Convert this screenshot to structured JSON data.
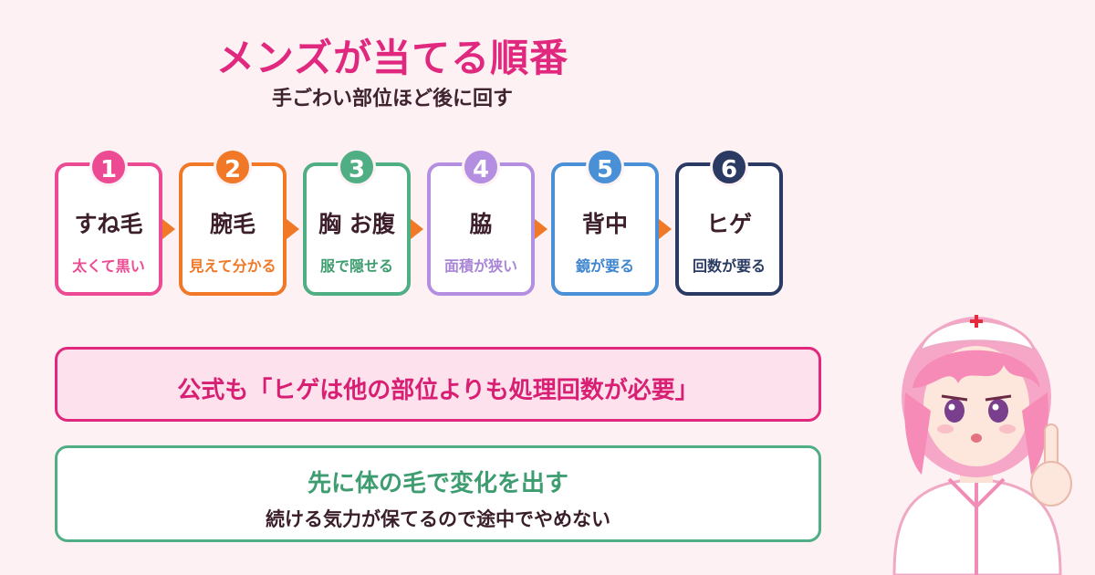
{
  "header": {
    "title": "メンズが当てる順番",
    "subtitle": "手ごわい部位ほど後に回す"
  },
  "steps": [
    {
      "number": "1",
      "name": "すね毛",
      "desc": "太くて黒い",
      "color": "#ec4b94",
      "desc_color": "#ec4b94"
    },
    {
      "number": "2",
      "name": "腕毛",
      "desc": "見えて分かる",
      "color": "#f07826",
      "desc_color": "#f07826"
    },
    {
      "number": "3",
      "name": "胸 お腹",
      "desc": "服で隠せる",
      "color": "#4fae83",
      "desc_color": "#3e9d70"
    },
    {
      "number": "4",
      "name": "脇",
      "desc": "面積が狭い",
      "color": "#b48ee0",
      "desc_color": "#a985d6"
    },
    {
      "number": "5",
      "name": "背中",
      "desc": "鏡が要る",
      "color": "#4a90d6",
      "desc_color": "#3f86cf"
    },
    {
      "number": "6",
      "name": "ヒゲ",
      "desc": "回数が要る",
      "color": "#2b3a63",
      "desc_color": "#2b3a63"
    }
  ],
  "arrow_color": "#f07826",
  "notice": {
    "text": "公式も「ヒゲは他の部位よりも処理回数が必要」"
  },
  "tip": {
    "line1": "先に体の毛で変化を出す",
    "line2": "続ける気力が保てるので途中でやめない"
  },
  "illustration": {
    "icon": "nurse-character-illustration"
  }
}
